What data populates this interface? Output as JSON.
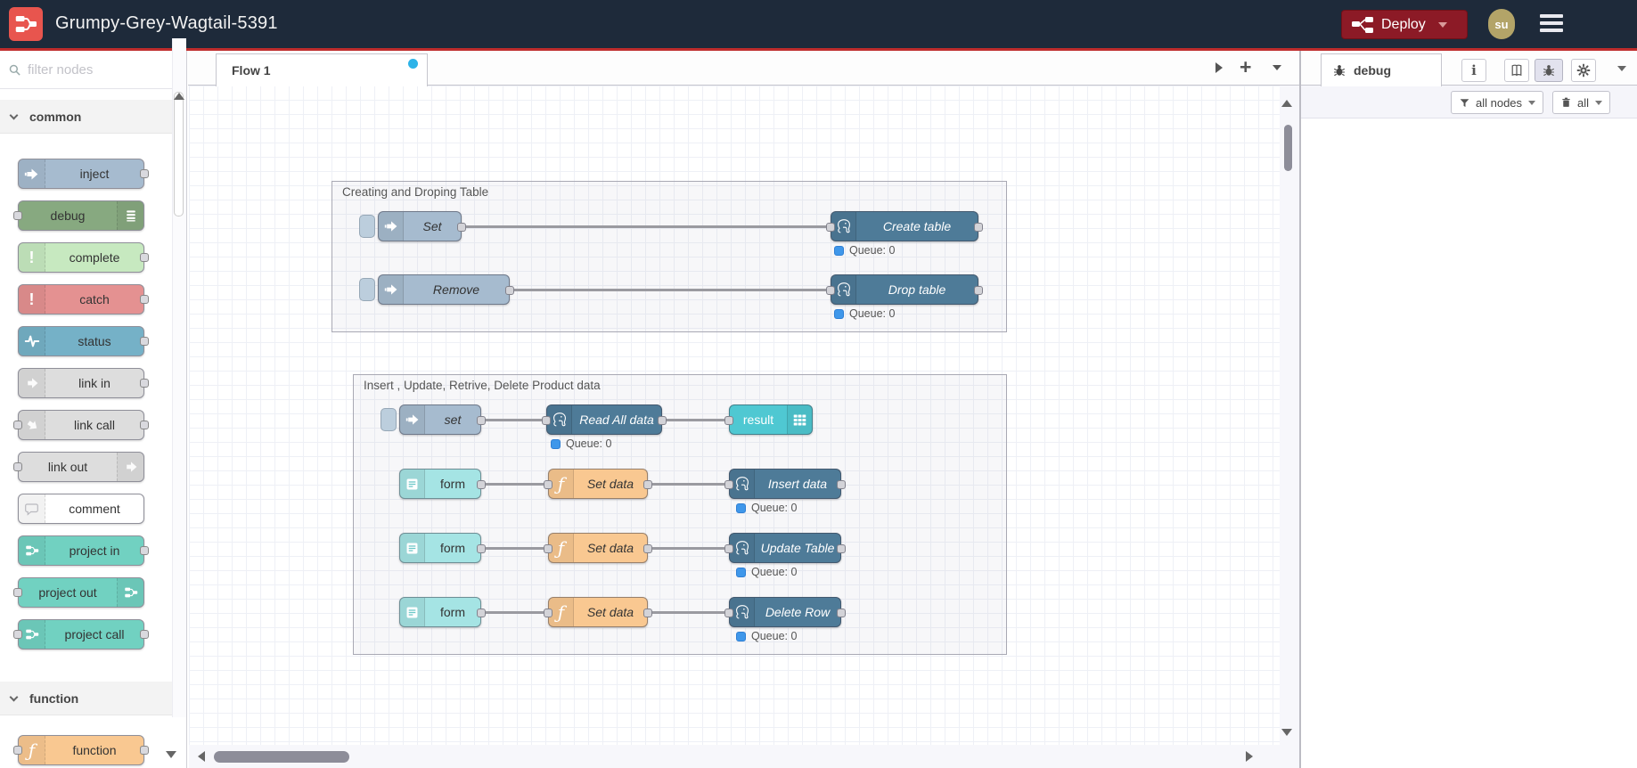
{
  "header": {
    "title": "Grumpy-Grey-Wagtail-5391",
    "deploy_label": "Deploy",
    "user_initials": "su"
  },
  "palette": {
    "search_placeholder": "filter nodes",
    "categories": [
      {
        "label": "common",
        "items": [
          {
            "label": "inject"
          },
          {
            "label": "debug"
          },
          {
            "label": "complete"
          },
          {
            "label": "catch"
          },
          {
            "label": "status"
          },
          {
            "label": "link in"
          },
          {
            "label": "link call"
          },
          {
            "label": "link out"
          },
          {
            "label": "comment"
          },
          {
            "label": "project in"
          },
          {
            "label": "project out"
          },
          {
            "label": "project call"
          }
        ]
      },
      {
        "label": "function",
        "items": [
          {
            "label": "function"
          }
        ]
      }
    ]
  },
  "workspace": {
    "tab_label": "Flow 1",
    "groups": [
      {
        "label": "Creating and Droping Table",
        "nodes": [
          {
            "label": "Set",
            "type": "inject"
          },
          {
            "label": "Create table",
            "type": "postgresql",
            "status": "Queue: 0"
          },
          {
            "label": "Remove",
            "type": "inject"
          },
          {
            "label": "Drop table",
            "type": "postgresql",
            "status": "Queue: 0"
          }
        ]
      },
      {
        "label": "Insert , Update, Retrive, Delete Product data",
        "nodes": [
          {
            "label": "set",
            "type": "inject"
          },
          {
            "label": "Read All data",
            "type": "postgresql",
            "status": "Queue: 0"
          },
          {
            "label": "result",
            "type": "debug"
          },
          {
            "label": "form",
            "type": "ui-form"
          },
          {
            "label": "Set data",
            "type": "function"
          },
          {
            "label": "Insert data",
            "type": "postgresql",
            "status": "Queue: 0"
          },
          {
            "label": "form",
            "type": "ui-form"
          },
          {
            "label": "Set data",
            "type": "function"
          },
          {
            "label": "Update Table",
            "type": "postgresql",
            "status": "Queue: 0"
          },
          {
            "label": "form",
            "type": "ui-form"
          },
          {
            "label": "Set data",
            "type": "function"
          },
          {
            "label": "Delete Row",
            "type": "postgresql",
            "status": "Queue: 0"
          }
        ]
      }
    ]
  },
  "sidebar": {
    "tab_label": "debug",
    "filter_label": "all nodes",
    "clear_label": "all"
  },
  "icons": {
    "bang": "!",
    "function_glyph": "ƒ",
    "info_glyph": "i",
    "plus_glyph": "+"
  },
  "colors": {
    "header_bg": "#1e2a3a",
    "accent_red": "#bf2c2c",
    "deploy_bg": "#8c1a26",
    "logo_bg": "#e8554e",
    "avatar_bg": "#b3a468",
    "node_inject": "#a6bbcf",
    "node_debug": "#87a980",
    "node_complete": "#c7e9c0",
    "node_catch": "#e49191",
    "node_status": "#75b1c7",
    "node_link": "#dddddd",
    "node_comment": "#ffffff",
    "node_project": "#71d1c1",
    "node_function": "#f9c891",
    "node_postgresql": "#4e7b98",
    "node_form": "#a5e4e4",
    "node_result": "#4fc8d2",
    "status_dot_blue": "#3f97ea",
    "dirty_dot_blue": "#2db3e8",
    "wire_gray": "#9a9aa0"
  }
}
